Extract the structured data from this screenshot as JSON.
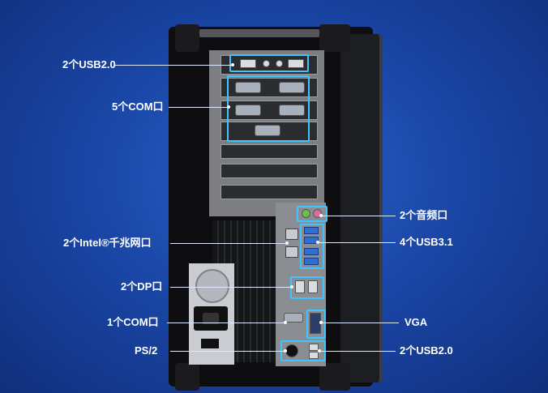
{
  "labels": {
    "usb2_top": "2个USB2.0",
    "com5": "5个COM口",
    "intel_lan": "2个Intel®千兆网口",
    "dp": "2个DP口",
    "com1": "1个COM口",
    "ps2": "PS/2",
    "audio": "2个音频口",
    "usb31": "4个USB3.1",
    "vga": "VGA",
    "usb2_bottom": "2个USB2.0"
  },
  "colors": {
    "background": "#1a47a8",
    "highlight_box": "#3fc4ff",
    "label_text": "#ffffff"
  }
}
